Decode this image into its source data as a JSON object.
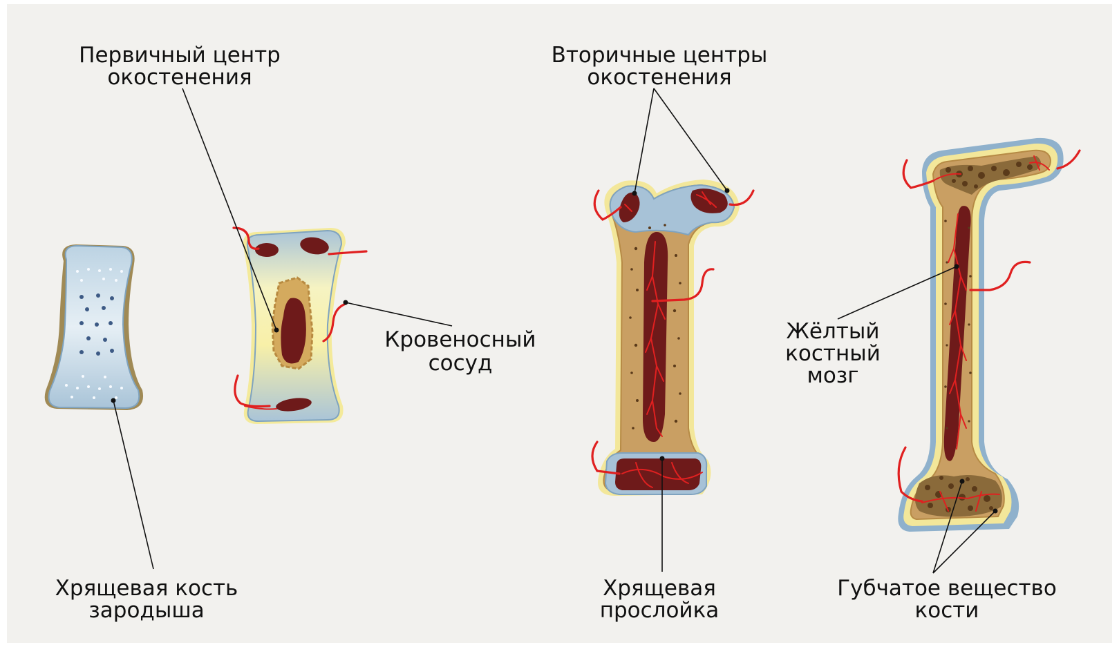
{
  "labels": {
    "primary_center_l1": "Первичный центр",
    "primary_center_l2": "окостенения",
    "secondary_centers_l1": "Вторичные центры",
    "secondary_centers_l2": "окостенения",
    "blood_vessel_l1": "Кровеносный",
    "blood_vessel_l2": "сосуд",
    "yellow_marrow_l1": "Жёлтый",
    "yellow_marrow_l2": "костный",
    "yellow_marrow_l3": "мозг",
    "cartilage_bone_l1": "Хрящевая кость",
    "cartilage_bone_l2": "зародыша",
    "cartilage_layer_l1": "Хрящевая",
    "cartilage_layer_l2": "прослойка",
    "spongy_l1": "Губчатое вещество",
    "spongy_l2": "кости"
  },
  "colors": {
    "background": "#f2f1ee",
    "cartilage_blue": "#aac6da",
    "bone_tan": "#c9a064",
    "periosteum_yellow": "#f5eca0",
    "marrow_red": "#7a1f1f",
    "vessel_red": "#e02020"
  }
}
